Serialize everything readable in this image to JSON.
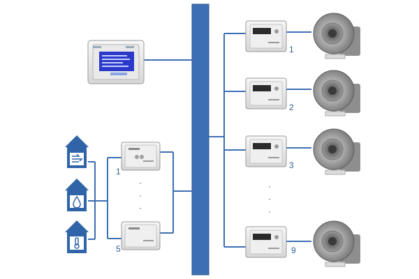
{
  "colors": {
    "bus": "#3d6fb4",
    "line": "#3d6fb4",
    "house": "#2f64a8",
    "screen": "#2a39c9",
    "label": "#2f5f97"
  },
  "icons": {
    "house_1": "airflow-icon",
    "house_2": "humidity-icon",
    "house_3": "temperature-icon"
  },
  "sensor_modules": {
    "labels": [
      "1",
      "5"
    ],
    "ellipsis": "·"
  },
  "fan_controllers": {
    "labels": [
      "1",
      "2",
      "3",
      "9"
    ],
    "ellipsis": "·"
  }
}
